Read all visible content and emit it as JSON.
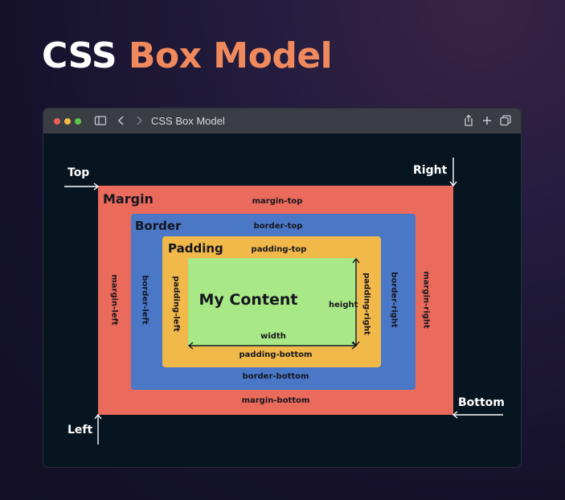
{
  "heading": {
    "part1": "CSS",
    "part2": "Box Model"
  },
  "window": {
    "title": "CSS Box Model",
    "controls": [
      "close-dot",
      "minimize-dot",
      "zoom-dot"
    ],
    "toolbar_icons": [
      "sidebar-icon",
      "back-icon",
      "forward-icon",
      "share-icon",
      "new-tab-icon",
      "tabs-overview-icon"
    ]
  },
  "diagram": {
    "margin": {
      "title": "Margin",
      "top": "margin-top",
      "bottom": "margin-bottom",
      "left": "margin-left",
      "right": "margin-right"
    },
    "border": {
      "title": "Border",
      "top": "border-top",
      "bottom": "border-bottom",
      "left": "border-left",
      "right": "border-right"
    },
    "padding": {
      "title": "Padding",
      "top": "padding-top",
      "bottom": "padding-bottom",
      "left": "padding-left",
      "right": "padding-right"
    },
    "content": {
      "title": "My Content",
      "width": "width",
      "height": "height"
    },
    "corners": {
      "top": "Top",
      "right": "Right",
      "left": "Left",
      "bottom": "Bottom"
    }
  },
  "colors": {
    "accent_orange": "#f08a5d",
    "margin": "#ea6a5b",
    "border": "#4a78c7",
    "padding": "#f1b84a",
    "content": "#a8e887",
    "canvas": "#071520"
  }
}
